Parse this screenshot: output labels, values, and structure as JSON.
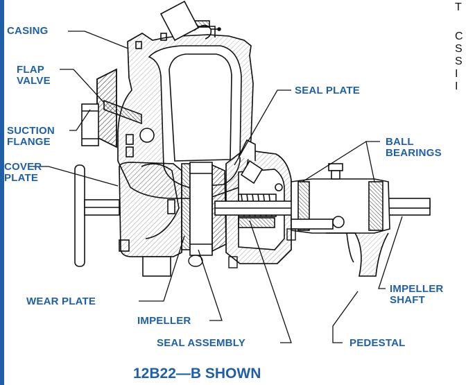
{
  "diagram": {
    "labels": {
      "casing": "CASING",
      "flap_valve": "FLAP\nVALVE",
      "suction_flange": "SUCTION\nFLANGE",
      "cover_plate": "COVER\nPLATE",
      "wear_plate": "WEAR PLATE",
      "impeller": "IMPELLER",
      "seal_assembly": "SEAL ASSEMBLY",
      "seal_plate": "SEAL PLATE",
      "ball_bearings": "BALL\nBEARINGS",
      "impeller_shaft": "IMPELLER\nSHAFT",
      "pedestal": "PEDESTAL"
    },
    "caption": "12B22—B SHOWN",
    "cut_off_text": [
      "T",
      "C",
      "S",
      "S",
      "I",
      "I"
    ],
    "colors": {
      "label": "#1f5fa8",
      "line": "#111111",
      "hatch": "#333333",
      "background": "#ffffff"
    }
  }
}
